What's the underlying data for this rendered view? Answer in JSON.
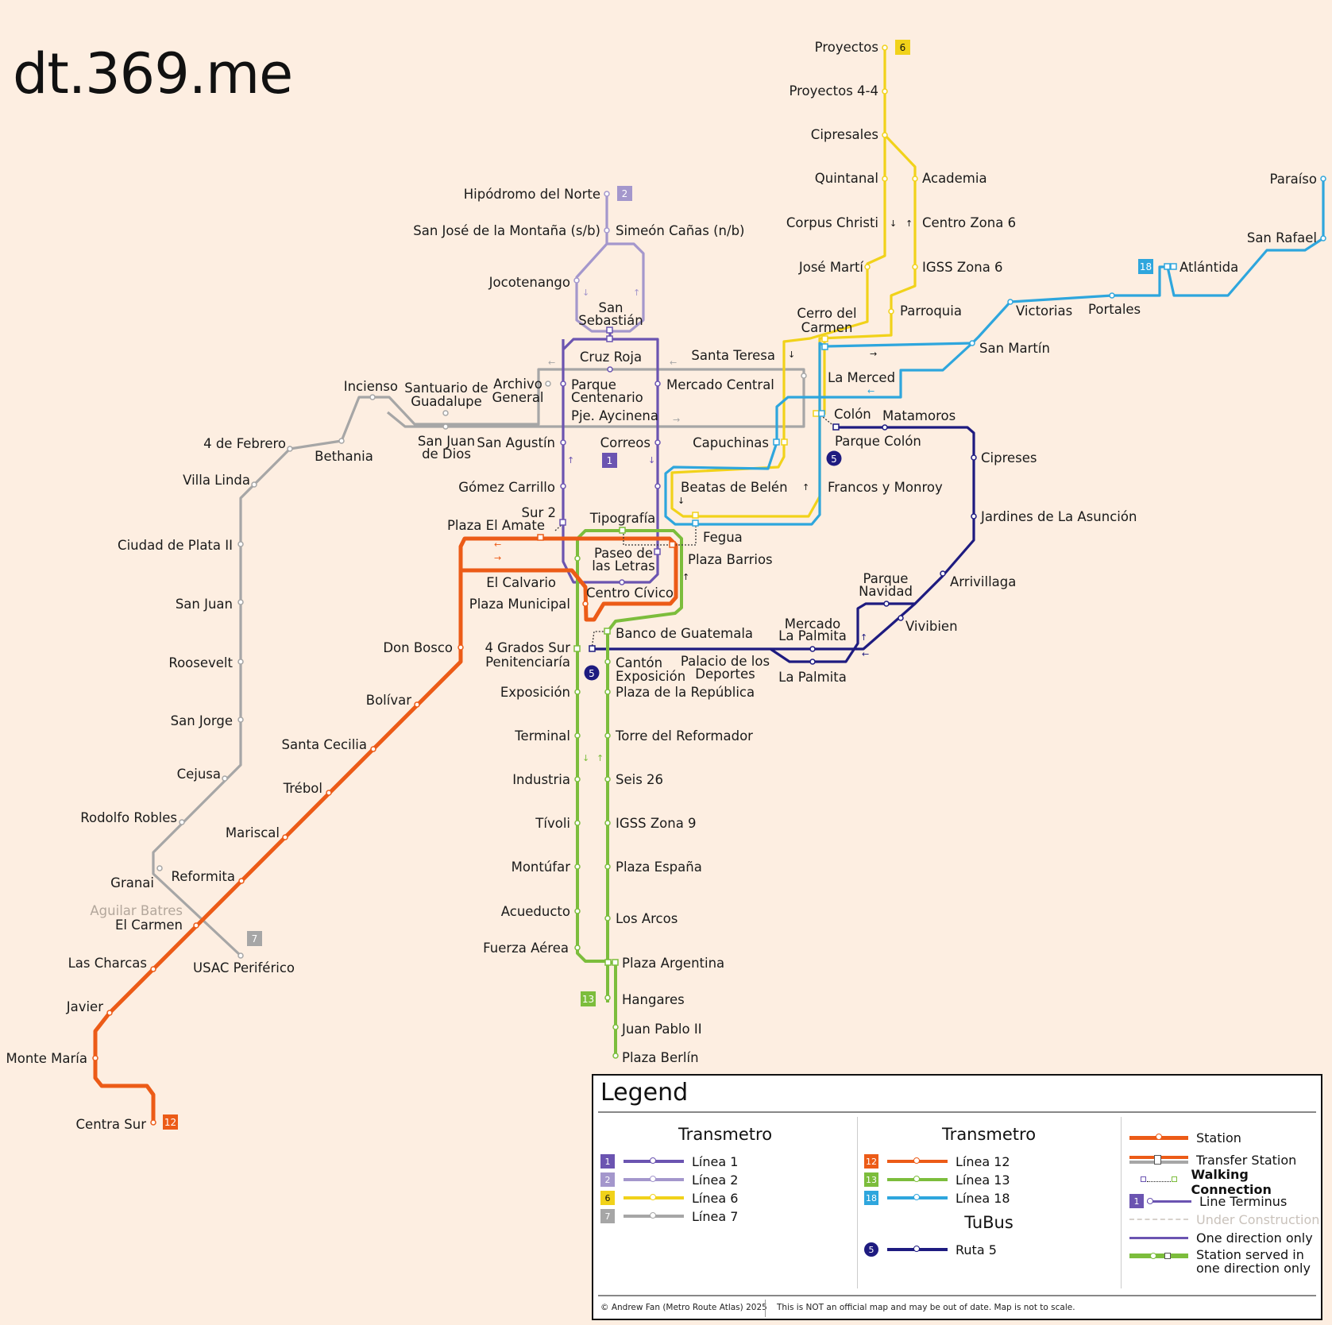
{
  "watermark": "dt.369.me",
  "lines": {
    "l1": {
      "number": "1",
      "color": "#6b54b1"
    },
    "l2": {
      "number": "2",
      "color": "#a497cc"
    },
    "l6": {
      "number": "6",
      "color": "#f1d21a"
    },
    "l7": {
      "number": "7",
      "color": "#a6a6a6"
    },
    "l12": {
      "number": "12",
      "color": "#ec5b17"
    },
    "l13": {
      "number": "13",
      "color": "#7cbd3c"
    },
    "l18": {
      "number": "18",
      "color": "#2ea6dd"
    },
    "r5": {
      "number": "5",
      "color": "#1e1b80"
    }
  },
  "stations": {
    "proyectos": "Proyectos",
    "proyectos_44": "Proyectos 4-4",
    "cipresales": "Cipresales",
    "quintanal": "Quintanal",
    "academia": "Academia",
    "corpus_christi": "Corpus Christi",
    "centro_zona6": "Centro Zona 6",
    "jose_marti": "José Martí",
    "igss_zona6": "IGSS Zona 6",
    "parroquia": "Parroquia",
    "cerro_del_carmen_1": "Cerro del",
    "cerro_del_carmen_2": "Carmen",
    "paraiso": "Paraíso",
    "san_rafael": "San Rafael",
    "atlantida": "Atlántida",
    "victorias": "Victorias",
    "portales": "Portales",
    "san_martin": "San Martín",
    "la_merced": "La Merced",
    "hipodromo": "Hipódromo del Norte",
    "san_jose_montana": "San José de la Montaña (s/b)",
    "simeon_canas": "Simeón Cañas (n/b)",
    "jocotenango": "Jocotenango",
    "san_sebastian_1": "San",
    "san_sebastian_2": "Sebastián",
    "cruz_roja": "Cruz Roja",
    "santa_teresa": "Santa Teresa",
    "incienso": "Incienso",
    "santuario_1": "Santuario de",
    "santuario_2": "Guadalupe",
    "archivo_1": "Archivo",
    "archivo_2": "General",
    "parque_centenario_1": "Parque",
    "parque_centenario_2": "Centenario",
    "mercado_central": "Mercado Central",
    "pje_aycinena": "Pje. Aycinena",
    "colon": "Colón",
    "matamoros": "Matamoros",
    "parque_colon": "Parque Colón",
    "cuatro_febrero": "4 de Febrero",
    "bethania": "Bethania",
    "san_juan_dios_1": "San Juan",
    "san_juan_dios_2": "de Dios",
    "san_agustin": "San Agustín",
    "correos": "Correos",
    "capuchinas": "Capuchinas",
    "cipreses": "Cipreses",
    "villa_linda": "Villa Linda",
    "gomez_carrillo": "Gómez Carrillo",
    "beatas_belen": "Beatas de Belén",
    "francos_monroy": "Francos y Monroy",
    "sur2": "Sur 2",
    "plaza_el_amate": "Plaza El Amate",
    "tipografia": "Tipografía",
    "fegua": "Fegua",
    "jardines": "Jardines de La Asunción",
    "ciudad_plata": "Ciudad de Plata II",
    "paseo_letras_1": "Paseo de",
    "paseo_letras_2": "las Letras",
    "plaza_barrios": "Plaza Barrios",
    "el_calvario": "El Calvario",
    "centro_civico": "Centro Cívico",
    "parque_navidad_1": "Parque",
    "parque_navidad_2": "Navidad",
    "arrivillaga": "Arrivillaga",
    "san_juan": "San Juan",
    "plaza_municipal": "Plaza Municipal",
    "vivibien": "Vivibien",
    "mercado_palmita_1": "Mercado",
    "mercado_palmita_2": "La Palmita",
    "banco_guatemala": "Banco de Guatemala",
    "don_bosco": "Don Bosco",
    "cuatro_grados_sur": "4 Grados Sur",
    "penitenciaria": "Penitenciaría",
    "canton_exposicion_1": "Cantón",
    "canton_exposicion_2": "Exposición",
    "palacio_deportes_1": "Palacio de los",
    "palacio_deportes_2": "Deportes",
    "la_palmita": "La Palmita",
    "roosevelt": "Roosevelt",
    "exposicion": "Exposición",
    "plaza_republica": "Plaza de la República",
    "bolivar": "Bolívar",
    "san_jorge": "San Jorge",
    "terminal": "Terminal",
    "torre_reformador": "Torre del Reformador",
    "santa_cecilia": "Santa Cecilia",
    "cejusa": "Cejusa",
    "industria": "Industria",
    "seis26": "Seis 26",
    "trebol": "Trébol",
    "rodolfo_robles": "Rodolfo Robles",
    "tivoli": "Tívoli",
    "igss_zona9": "IGSS Zona 9",
    "mariscal": "Mariscal",
    "montufar": "Montúfar",
    "plaza_espana": "Plaza España",
    "granai": "Granai",
    "reformita": "Reformita",
    "aguilar_batres": "Aguilar Batres",
    "el_carmen": "El Carmen",
    "acueducto": "Acueducto",
    "los_arcos": "Los Arcos",
    "las_charcas": "Las Charcas",
    "usac_periferico": "USAC Periférico",
    "fuerza_aerea": "Fuerza Aérea",
    "plaza_argentina": "Plaza Argentina",
    "javier": "Javier",
    "hangares": "Hangares",
    "juan_pablo": "Juan Pablo II",
    "monte_maria": "Monte María",
    "plaza_berlin": "Plaza Berlín",
    "centra_sur": "Centra Sur"
  },
  "legend": {
    "title": "Legend",
    "group1_title": "Transmetro",
    "group1": [
      {
        "badge": "1",
        "label": "Línea 1",
        "color": "#6b54b1"
      },
      {
        "badge": "2",
        "label": "Línea 2",
        "color": "#a497cc"
      },
      {
        "badge": "6",
        "label": "Línea 6",
        "color": "#f1d21a"
      },
      {
        "badge": "7",
        "label": "Línea 7",
        "color": "#a6a6a6"
      }
    ],
    "group2_title": "Transmetro",
    "group2": [
      {
        "badge": "12",
        "label": "Línea 12",
        "color": "#ec5b17"
      },
      {
        "badge": "13",
        "label": "Línea 13",
        "color": "#7cbd3c"
      },
      {
        "badge": "18",
        "label": "Línea 18",
        "color": "#2ea6dd"
      }
    ],
    "group3_title": "TuBus",
    "group3": [
      {
        "badge": "5",
        "label": "Ruta 5",
        "color": "#1e1b80"
      }
    ],
    "symbols": {
      "station": "Station",
      "transfer": "Transfer Station",
      "walking": "Walking Connection",
      "terminus_badge": "1",
      "terminus": "Line Terminus",
      "under_construction": "Under Construction",
      "one_direction": "One direction only",
      "served_one_dir_1": "Station served in",
      "served_one_dir_2": "one direction only"
    },
    "footer_left": "© Andrew Fan (Metro Route Atlas) 2025",
    "footer_right": "This is NOT an official map and may be out of date. Map is not to scale."
  }
}
